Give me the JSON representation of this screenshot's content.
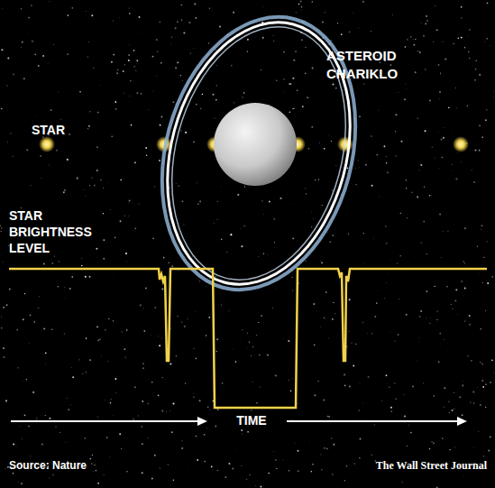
{
  "diagram": {
    "labels": [
      "ASTEROID CHARIKLO",
      "STAR",
      "STAR BRIGHTNESS LEVEL",
      "TIME",
      "Source: Nature",
      "The Wall Street Journal"
    ]
  }
}
